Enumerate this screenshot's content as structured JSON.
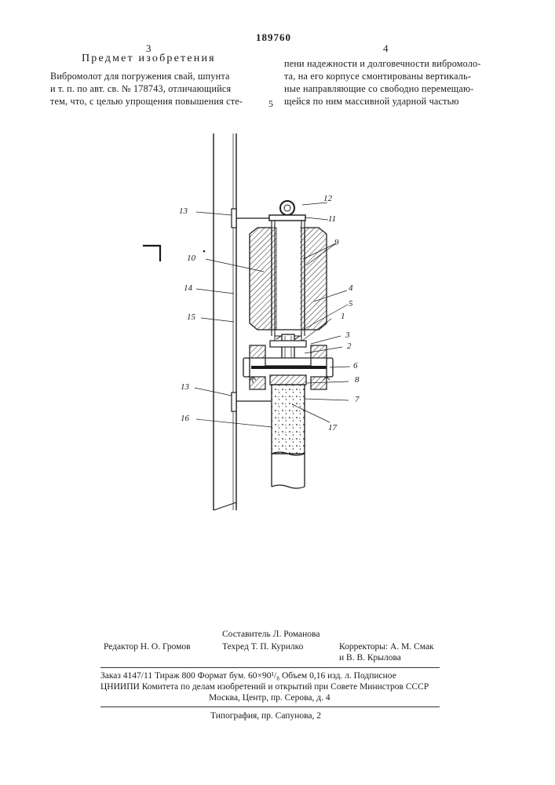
{
  "header": {
    "patent_number": "189760",
    "col_left": "3",
    "col_right": "4"
  },
  "left_column": {
    "heading": "Предмет изобретения",
    "lines": [
      "Вибромолот для погружения свай, шпунта",
      "и т. п. по авт. св. № 178743, отличающийся",
      "тем, что, с целью упрощения повышения сте-"
    ]
  },
  "right_column": {
    "lines": [
      "пени надежности и долговечности вибромоло-",
      "та, на его корпусе смонтированы вертикаль-",
      "ные направляющие со свободно перемещаю-",
      "щейся по ним массивной ударной частью"
    ]
  },
  "line_number": "5",
  "figure": {
    "labels": [
      "1",
      "2",
      "3",
      "4",
      "5",
      "6",
      "7",
      "8",
      "9",
      "10",
      "11",
      "12",
      "13",
      "13",
      "14",
      "15",
      "16",
      "17"
    ]
  },
  "imprint": {
    "compiler": "Составитель Л. Романова",
    "editor": "Редактор Н. О. Громов",
    "techred": "Техред Т. П. Курилко",
    "correctors_1": "Корректоры: А. М. Смак",
    "correctors_2": "и В. В. Крылова",
    "order": "Заказ 4147/11 Тираж 800 Формат бум. 60×90¹/₈ Объем 0,16 изд. л. Подписное",
    "org": "ЦНИИПИ Комитета по делам изобретений и открытий при Совете Министров СССР",
    "address": "Москва, Центр, пр. Серова, д. 4",
    "printer": "Типография, пр. Сапунова, 2"
  }
}
